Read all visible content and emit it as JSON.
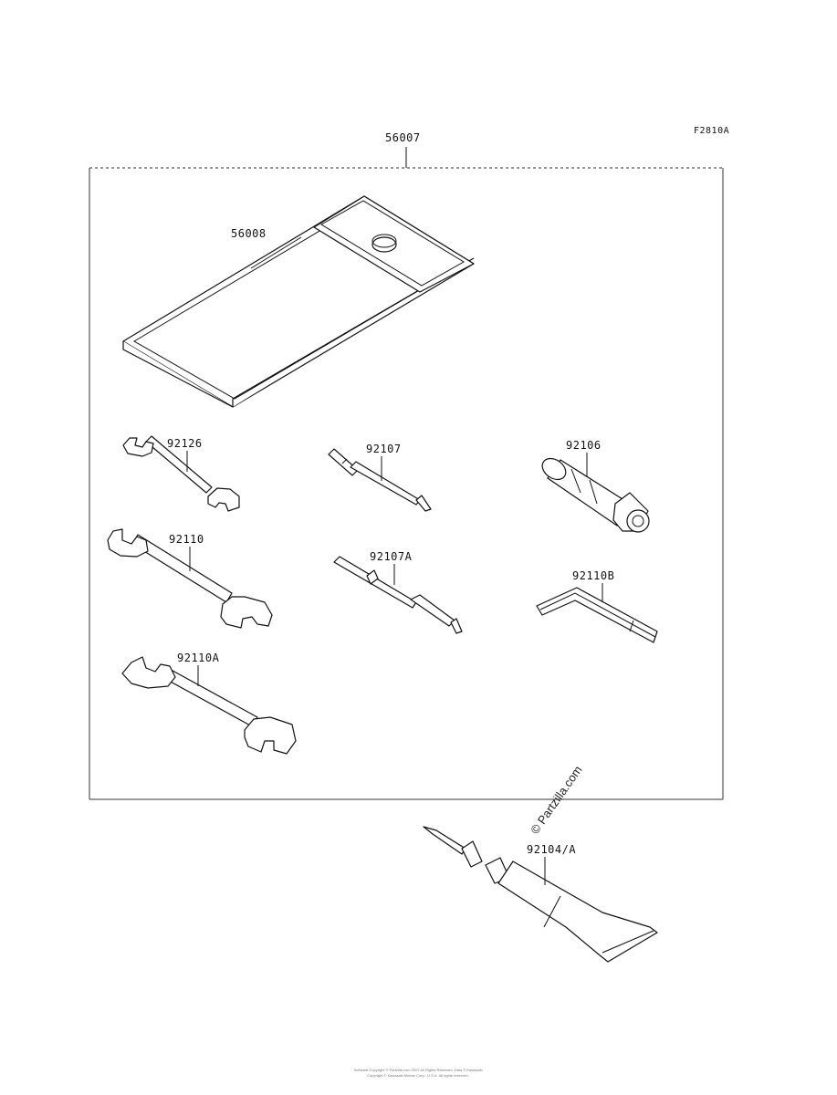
{
  "figure_code": "F2810A",
  "assembly": {
    "part_number": "56007"
  },
  "parts": {
    "tool_bag": "56008",
    "wrench_small": "92126",
    "wrench_medium": "92110",
    "wrench_large": "92110A",
    "screwdriver": "92107",
    "screwdriver_alt": "92107A",
    "socket": "92106",
    "hex_key": "92110B",
    "grease_tube": "92104/A"
  },
  "watermark": "© Partzilla.com",
  "footer": {
    "line1": "Software Copyright © Partzilla.com 2007 All Rights Reserved. Data © Kawasaki",
    "line2": "Copyright © Kawasaki Motors Corp., U.S.A. All rights reserved."
  },
  "colors": {
    "ink": "#111111",
    "background": "#ffffff",
    "frame": "#333333"
  }
}
